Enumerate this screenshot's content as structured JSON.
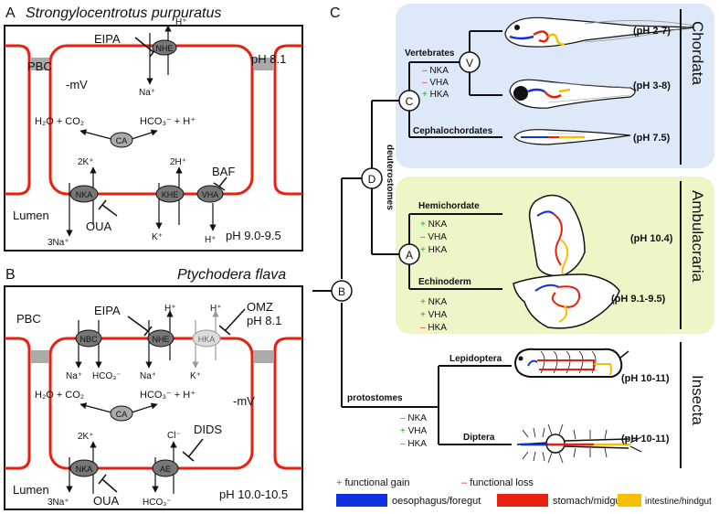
{
  "panel_a": {
    "letter": "A",
    "species": "Strongylocentrotus purpuratus",
    "pbc": "PBC",
    "pbc_ph": "pH 8.1",
    "membrane_potential": "-mV",
    "lumen": "Lumen",
    "lumen_ph": "pH 9.0-9.5",
    "nhe": "NHE",
    "eipa": "EIPA",
    "nhe_h": "H⁺",
    "nhe_na": "Na⁺",
    "ca": "CA",
    "ca_left": "H₂O + CO₂",
    "ca_right": "HCO₃⁻ + H⁺",
    "nka": "NKA",
    "khe": "KHE",
    "vha": "VHA",
    "baf": "BAF",
    "ouabain": "OUA",
    "nka_k": "2K⁺",
    "nka_na": "3Na⁺",
    "khe_h": "2H⁺",
    "khe_k": "K⁺",
    "vha_h": "H⁺"
  },
  "panel_b": {
    "letter": "B",
    "species": "Ptychodera flava",
    "pbc": "PBC",
    "pbc_ph": "pH 8.1",
    "membrane_potential": "-mV",
    "lumen": "Lumen",
    "lumen_ph": "pH 10.0-10.5",
    "nbc": "NBC",
    "nhe": "NHE",
    "hka": "HKA",
    "eipa": "EIPA",
    "omz": "OMZ",
    "nbc_na": "Na⁺",
    "nbc_hco3": "HCO₃⁻",
    "nhe_na": "Na⁺",
    "nhe_h": "H⁺",
    "hka_h": "H⁺",
    "hka_k": "K⁺",
    "ca": "CA",
    "ca_left": "H₂O + CO₂",
    "ca_right": "HCO₃⁻ + H⁺",
    "nka": "NKA",
    "ae": "AE",
    "dids": "DIDS",
    "ouabain": "OUA",
    "nka_k": "2K⁺",
    "nka_na": "3Na⁺",
    "ae_cl": "Cl⁻",
    "ae_hco3": "HCO₃⁻"
  },
  "panel_c": {
    "letter": "C",
    "node_b": "B",
    "node_d": "D",
    "node_c": "C",
    "node_v": "V",
    "node_a": "A",
    "deuterostomes": "deuterostomes",
    "protostomes": "protostomes",
    "vertebrates": "Vertebrates",
    "cephalochordates": "Cephalochordates",
    "hemichordate": "Hemichordate",
    "echinoderm": "Echinoderm",
    "lepidoptera": "Lepidoptera",
    "diptera": "Diptera",
    "chordata": "Chordata",
    "ambulacraria": "Ambulacraria",
    "insecta": "Insecta",
    "ph_vert1": "(pH 2-7)",
    "ph_vert2": "(pH 3-8)",
    "ph_ceph": "(pH 7.5)",
    "ph_hemi": "(pH 10.4)",
    "ph_echi": "(pH 9.1-9.5)",
    "ph_lepi": "(pH 10-11)",
    "ph_dipt": "(pH 10-11)",
    "vert_changes": [
      {
        "sign": "–",
        "pump": "NKA"
      },
      {
        "sign": "–",
        "pump": "VHA"
      },
      {
        "sign": "+",
        "pump": "HKA"
      }
    ],
    "hemi_changes": [
      {
        "sign": "+",
        "pump": "NKA"
      },
      {
        "sign": "–",
        "pump": "VHA"
      },
      {
        "sign": "+",
        "pump": "HKA"
      }
    ],
    "echi_changes": [
      {
        "sign": "+",
        "pump": "NKA"
      },
      {
        "sign": "+",
        "pump": "VHA"
      },
      {
        "sign": "–",
        "pump": "HKA"
      }
    ],
    "dipt_changes": [
      {
        "sign": "–",
        "pump": "NKA"
      },
      {
        "sign": "+",
        "pump": "VHA"
      },
      {
        "sign": "–",
        "pump": "HKA"
      }
    ]
  },
  "legend": {
    "gain_sign": "+",
    "gain_label": "functional gain",
    "loss_sign": "–",
    "loss_label": "functional loss",
    "foregut": "oesophagus/foregut",
    "midgut": "stomach/midgut",
    "hindgut": "intestine/hindgut"
  },
  "colors": {
    "gain": "#2aa02a",
    "loss": "#e03020",
    "foregut": "#1030e0",
    "midgut": "#e82010",
    "hindgut": "#f5c000",
    "chordata_bg": "#dde8f8",
    "ambulacraria_bg": "#eef6c8",
    "membrane": "#e82010"
  }
}
